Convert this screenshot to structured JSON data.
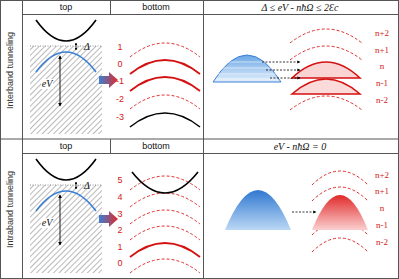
{
  "diagram": {
    "labels": [
      "Interband tunneling",
      "top",
      "bottom",
      "Δ ≤ eV - nħΩ ≤ 2Ɛc",
      "Δ",
      "eV",
      "1",
      "0",
      "-1",
      "-2",
      "-3",
      "n+2",
      "n+1",
      "n",
      "n-1",
      "n-2",
      "Intraband tunneling",
      "top",
      "bottom",
      "eV - nħΩ = 0",
      "Δ",
      "eV",
      "5",
      "4",
      "3",
      "2",
      "1",
      "0",
      "n+2",
      "n+1",
      "n",
      "n-1",
      "n-2"
    ]
  }
}
